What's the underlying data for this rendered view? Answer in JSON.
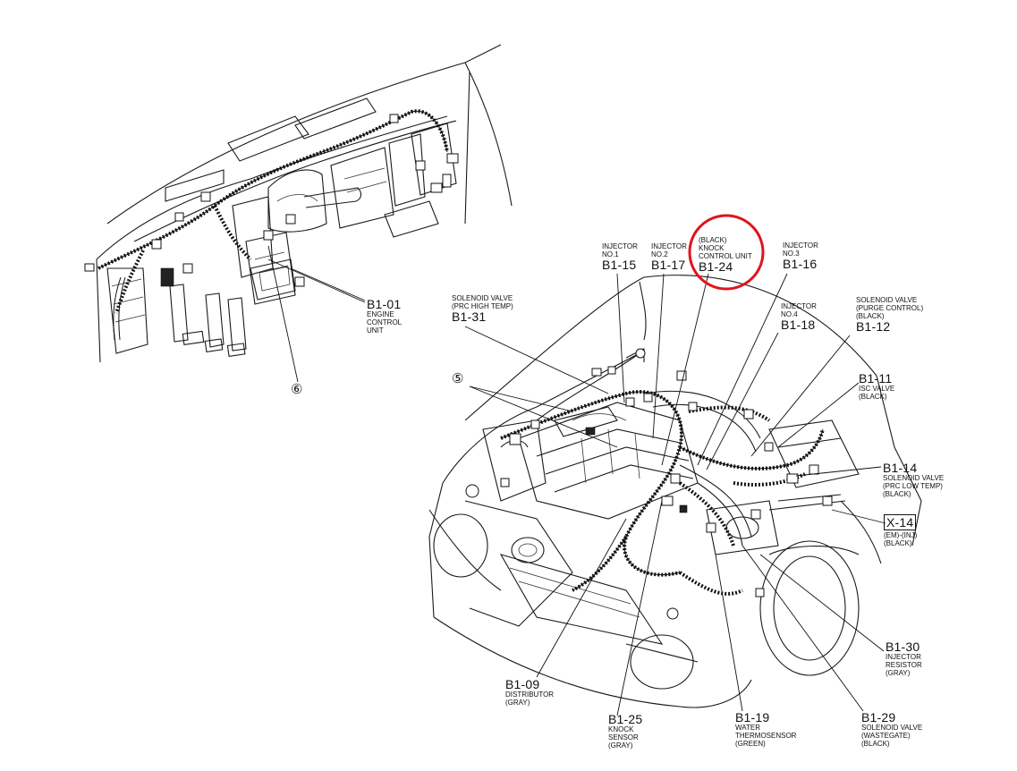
{
  "labels": {
    "b1_01": {
      "code": "B1-01",
      "desc": [
        "ENGINE",
        "CONTROL",
        "UNIT"
      ]
    },
    "marker_6": "⑥",
    "marker_5": "⑤",
    "b1_31": {
      "code": "B1-31",
      "desc": [
        "SOLENOID VALVE",
        "(PRC HIGH TEMP)"
      ]
    },
    "b1_15": {
      "code": "B1-15",
      "desc": [
        "INJECTOR",
        "NO.1"
      ]
    },
    "b1_17": {
      "code": "B1-17",
      "desc": [
        "INJECTOR",
        "NO.2"
      ]
    },
    "b1_24": {
      "code": "B1-24",
      "desc": [
        "(BLACK)",
        "KNOCK",
        "CONTROL UNIT"
      ]
    },
    "b1_16": {
      "code": "B1-16",
      "desc": [
        "INJECTOR",
        "NO.3"
      ]
    },
    "b1_18": {
      "code": "B1-18",
      "desc": [
        "INJECTOR",
        "NO.4"
      ]
    },
    "b1_12": {
      "code": "B1-12",
      "desc": [
        "SOLENOID VALVE",
        "(PURGE CONTROL)",
        "(BLACK)"
      ]
    },
    "b1_11": {
      "code": "B1-11",
      "desc": [
        "ISC VALVE",
        "(BLACK)"
      ]
    },
    "b1_14": {
      "code": "B1-14",
      "desc": [
        "SOLENOID VALVE",
        "(PRC LOW TEMP)",
        "(BLACK)"
      ]
    },
    "x_14": {
      "code": "X-14",
      "desc": [
        "(EM)-(INJ)",
        "(BLACK)"
      ]
    },
    "b1_30": {
      "code": "B1-30",
      "desc": [
        "INJECTOR",
        "RESISTOR",
        "(GRAY)"
      ]
    },
    "b1_09": {
      "code": "B1-09",
      "desc": [
        "DISTRIBUTOR",
        "(GRAY)"
      ]
    },
    "b1_25": {
      "code": "B1-25",
      "desc": [
        "KNOCK",
        "SENSOR",
        "(GRAY)"
      ]
    },
    "b1_19": {
      "code": "B1-19",
      "desc": [
        "WATER",
        "THERMOSENSOR",
        "(GREEN)"
      ]
    },
    "b1_29": {
      "code": "B1-29",
      "desc": [
        "SOLENOID VALVE",
        "(WASTEGATE)",
        "(BLACK)"
      ]
    }
  },
  "highlight": {
    "target": "b1_24",
    "color": "#e0141e"
  },
  "colors": {
    "ink": "#111111",
    "paper": "#ffffff"
  }
}
